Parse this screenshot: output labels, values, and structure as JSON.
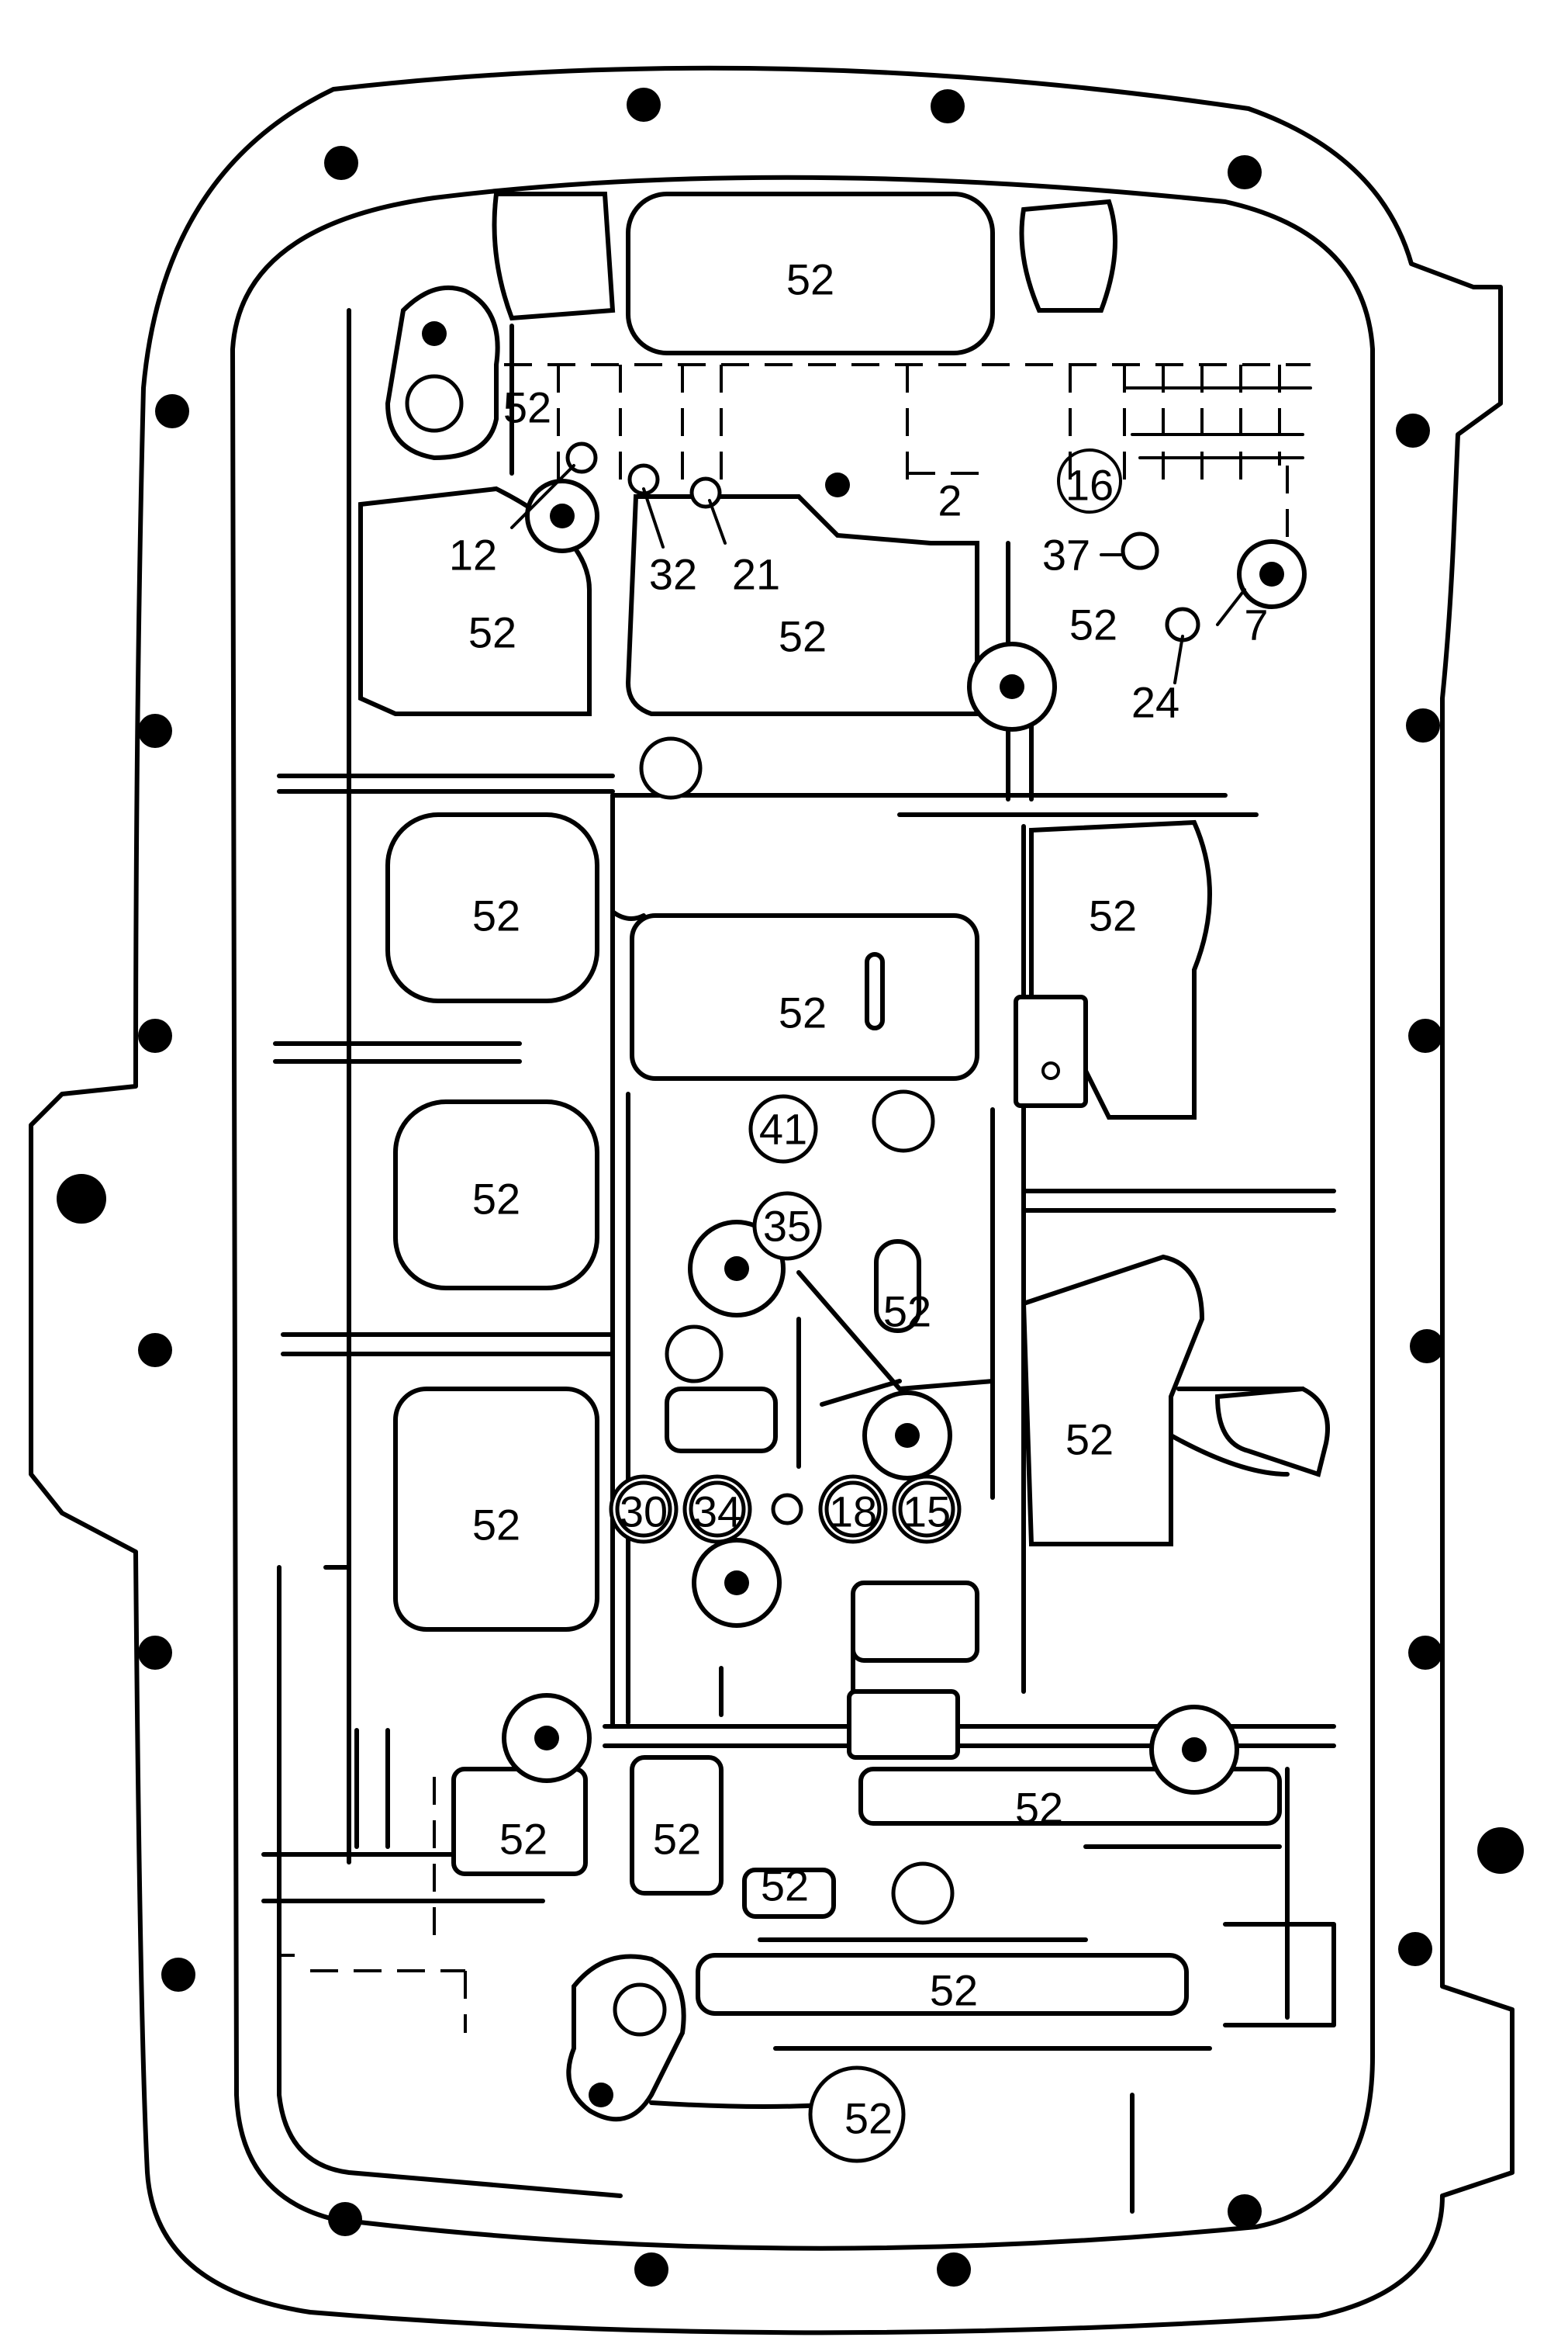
{
  "labels": {
    "part_52": "52",
    "part_2": "2",
    "part_7": "7",
    "part_12": "12",
    "part_15": "15",
    "part_16": "16",
    "part_18": "18",
    "part_21": "21",
    "part_24": "24",
    "part_30": "30",
    "part_32": "32",
    "part_34": "34",
    "part_35": "35",
    "part_37": "37",
    "part_41": "41"
  }
}
